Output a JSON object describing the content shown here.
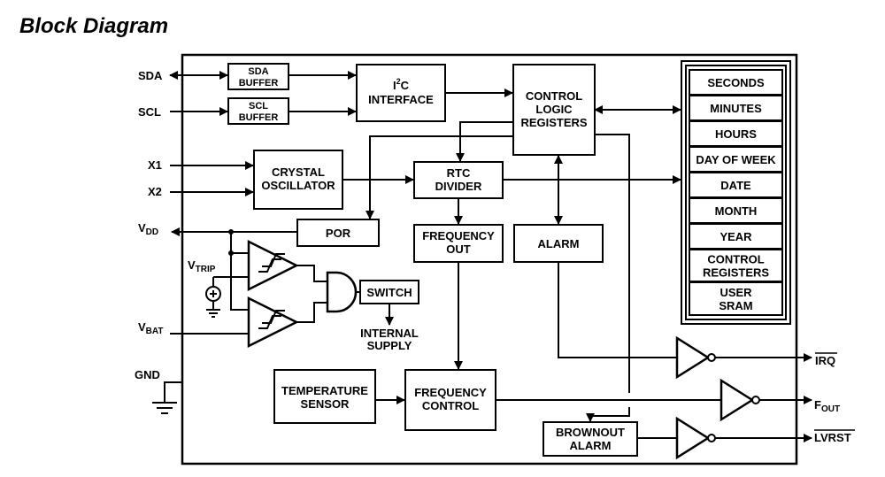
{
  "title": "Block Diagram",
  "pins": {
    "sda": "SDA",
    "scl": "SCL",
    "x1": "X1",
    "x2": "X2",
    "vdd": {
      "main": "V",
      "sub": "DD"
    },
    "vtrip": {
      "main": "V",
      "sub": "TRIP"
    },
    "vbat": {
      "main": "V",
      "sub": "BAT"
    },
    "gnd": "GND",
    "irq": "IRQ",
    "fout": {
      "main": "F",
      "sub": "OUT"
    },
    "lvrst": "LVRST"
  },
  "blocks": {
    "sda_buffer": [
      "SDA",
      "BUFFER"
    ],
    "scl_buffer": [
      "SCL",
      "BUFFER"
    ],
    "i2c": {
      "main": "I",
      "sup": "2",
      "tail": "C",
      "line2": "INTERFACE"
    },
    "control_logic": [
      "CONTROL",
      "LOGIC",
      "REGISTERS"
    ],
    "crystal": [
      "CRYSTAL",
      "OSCILLATOR"
    ],
    "rtc": [
      "RTC",
      "DIVIDER"
    ],
    "por": "POR",
    "freq_out": [
      "FREQUENCY",
      "OUT"
    ],
    "alarm": "ALARM",
    "switch": "SWITCH",
    "internal_supply": [
      "INTERNAL",
      "SUPPLY"
    ],
    "temp_sensor": [
      "TEMPERATURE",
      "SENSOR"
    ],
    "freq_control": [
      "FREQUENCY",
      "CONTROL"
    ],
    "brownout": [
      "BROWNOUT",
      "ALARM"
    ]
  },
  "registers": [
    "SECONDS",
    "MINUTES",
    "HOURS",
    "DAY OF WEEK",
    "DATE",
    "MONTH",
    "YEAR",
    "CONTROL\nREGISTERS",
    "USER\nSRAM"
  ]
}
